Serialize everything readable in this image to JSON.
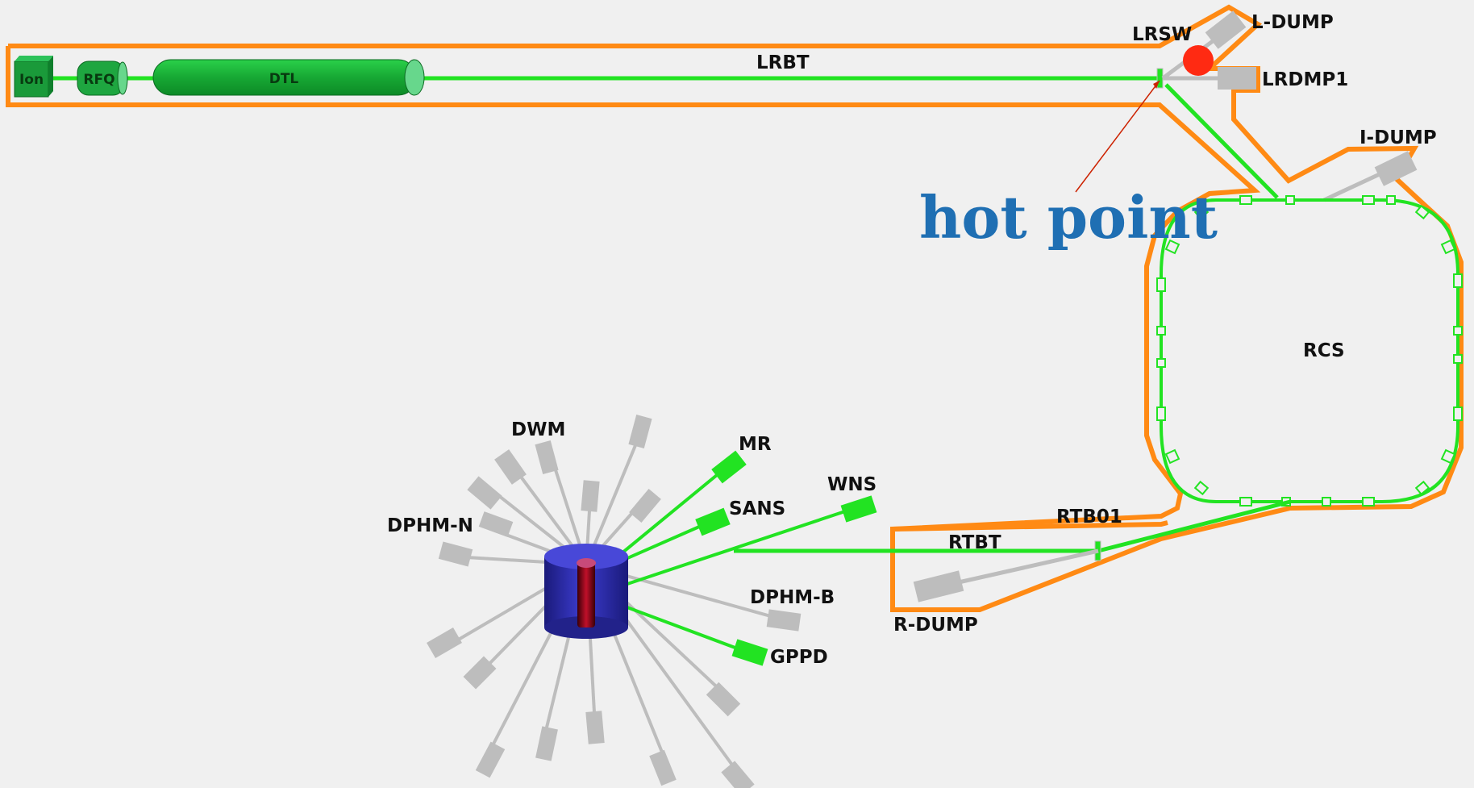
{
  "colors": {
    "active_beamline": "#22e322",
    "inactive_beamline": "#bdbdbd",
    "shielding_outline": "#ff8a14",
    "hot_point": "#ff2a12",
    "hot_point_label": "#1f6fb3",
    "target": "#2a2aa8"
  },
  "linac": {
    "ion_label": "Ion",
    "rfq_label": "RFQ",
    "dtl_label": "DTL"
  },
  "labels": {
    "lrbt": "LRBT",
    "lrsw": "LRSW",
    "l_dump": "L-DUMP",
    "lrdmp1": "LRDMP1",
    "i_dump": "I-DUMP",
    "rcs": "RCS",
    "rtbt": "RTBT",
    "rtb01": "RTB01",
    "r_dump": "R-DUMP",
    "hot_point": "hot point"
  },
  "instruments": {
    "dwm": "DWM",
    "mr": "MR",
    "wns": "WNS",
    "sans": "SANS",
    "dphm_n": "DPHM-N",
    "dphm_b": "DPHM-B",
    "gppd": "GPPD"
  },
  "icons": [
    "hot-point-marker-icon",
    "target-station-icon"
  ]
}
